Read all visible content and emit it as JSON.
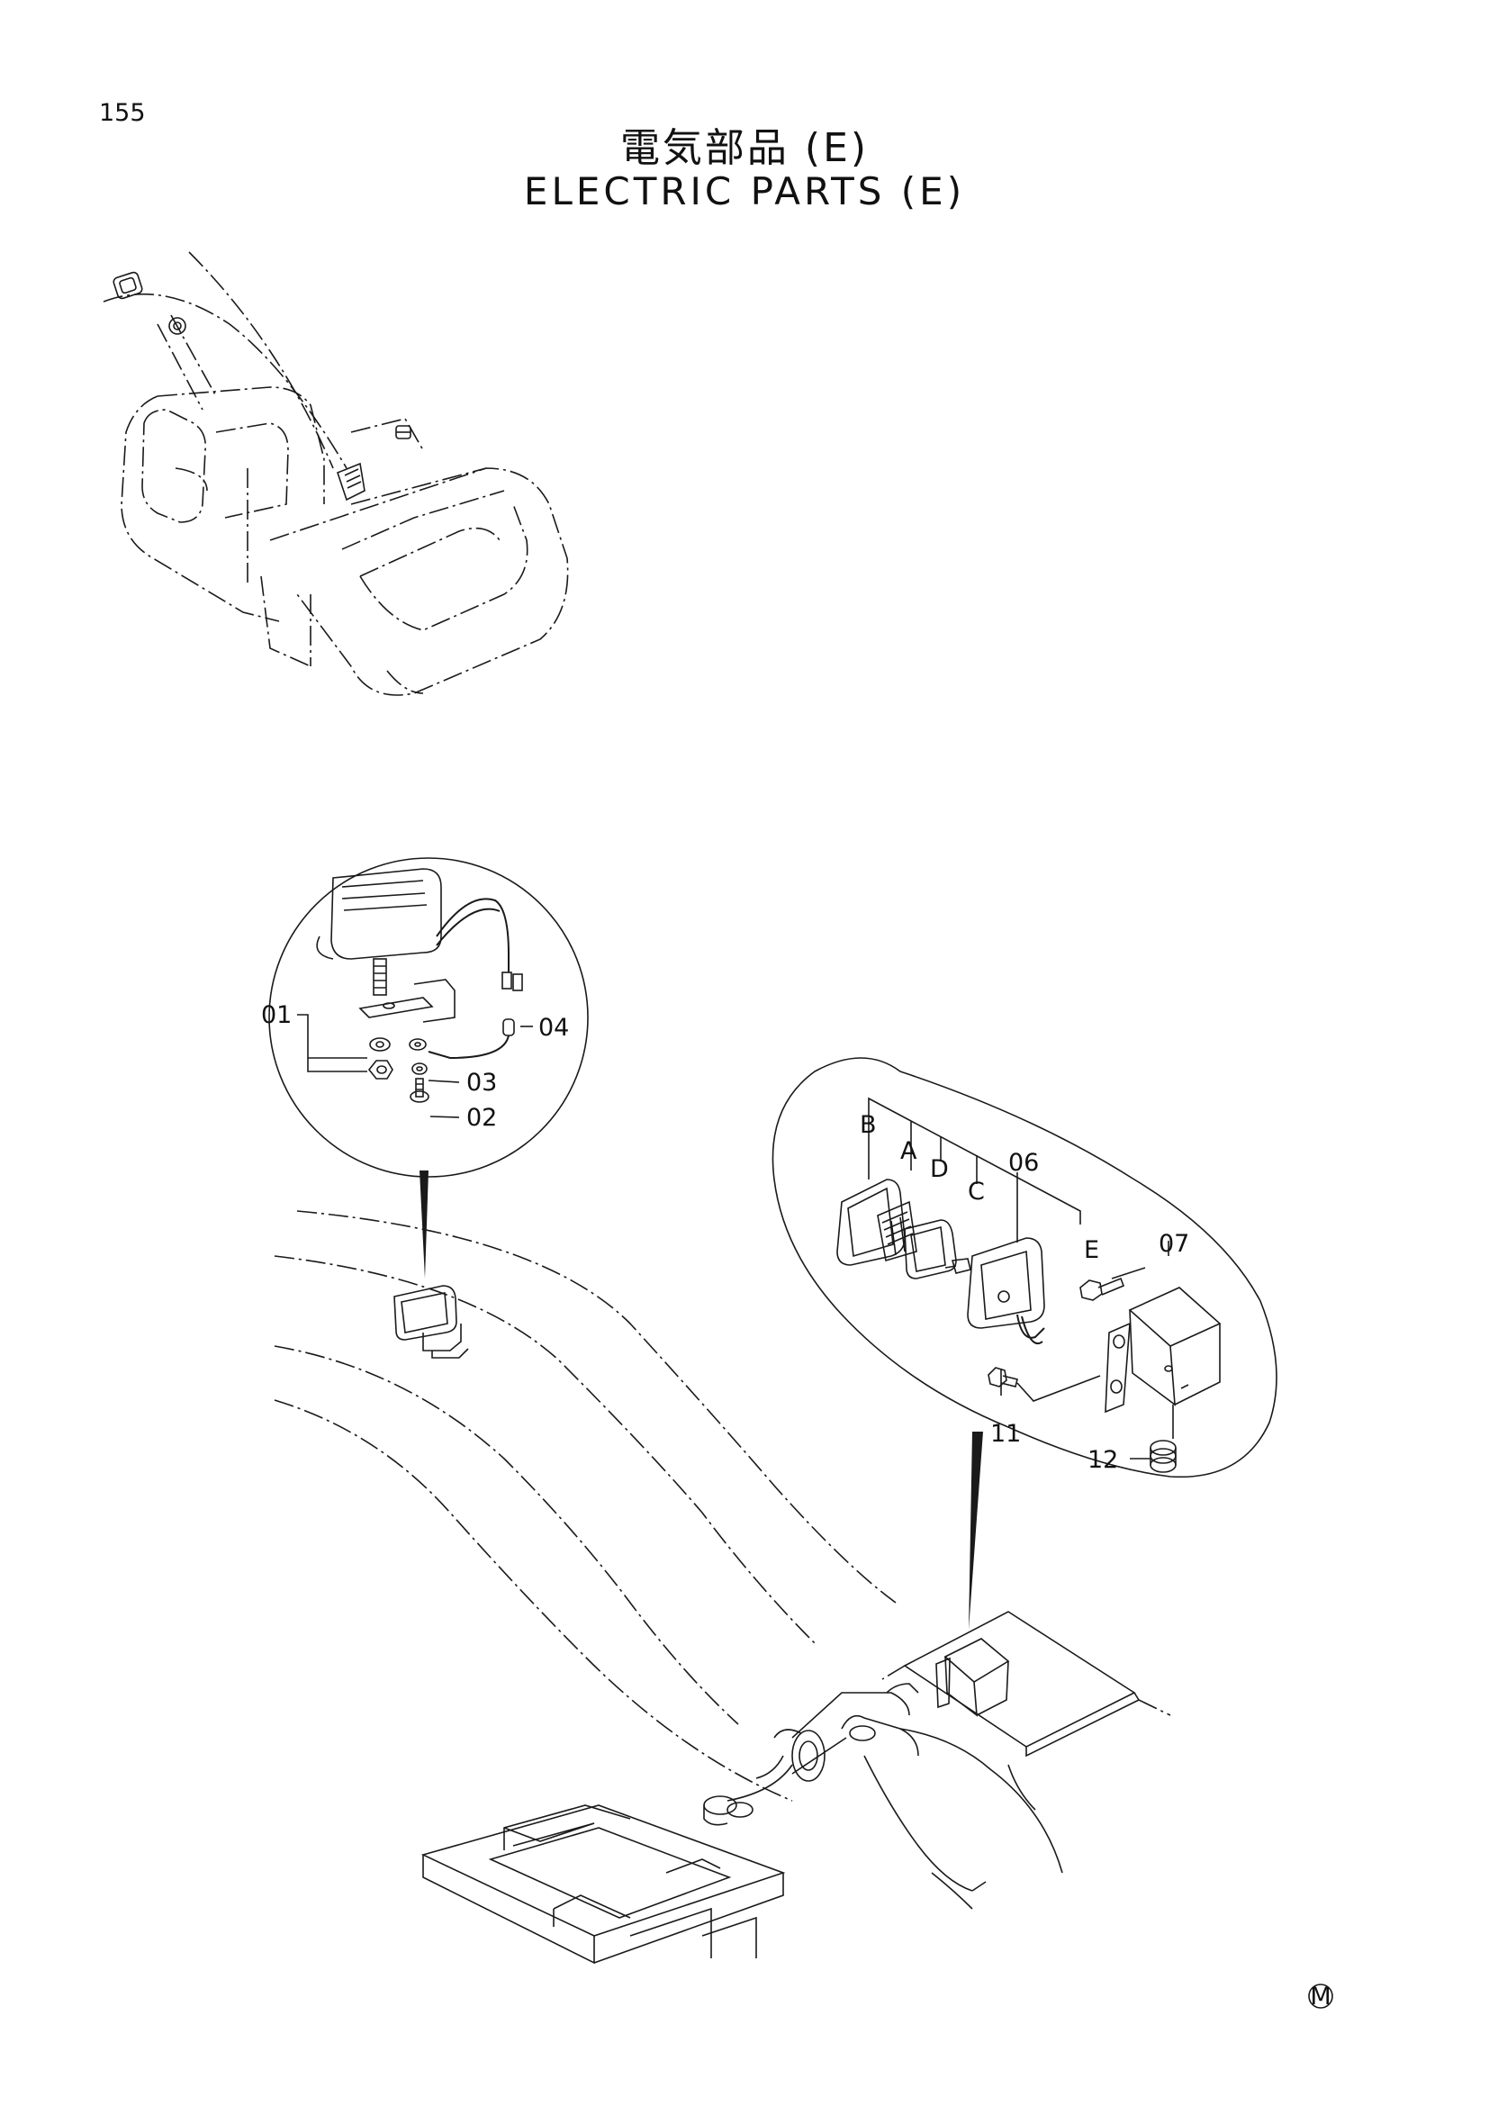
{
  "page": {
    "number": "155",
    "title_ja": "電気部品 (E)",
    "title_en": "ELECTRIC PARTS (E)",
    "mark": "M"
  },
  "callouts": {
    "c01": "01",
    "c02": "02",
    "c03": "03",
    "c04": "04",
    "c06": "06",
    "c07": "07",
    "c11": "11",
    "c12": "12",
    "cA": "A",
    "cB": "B",
    "cC": "C",
    "cD": "D",
    "cE": "E"
  }
}
